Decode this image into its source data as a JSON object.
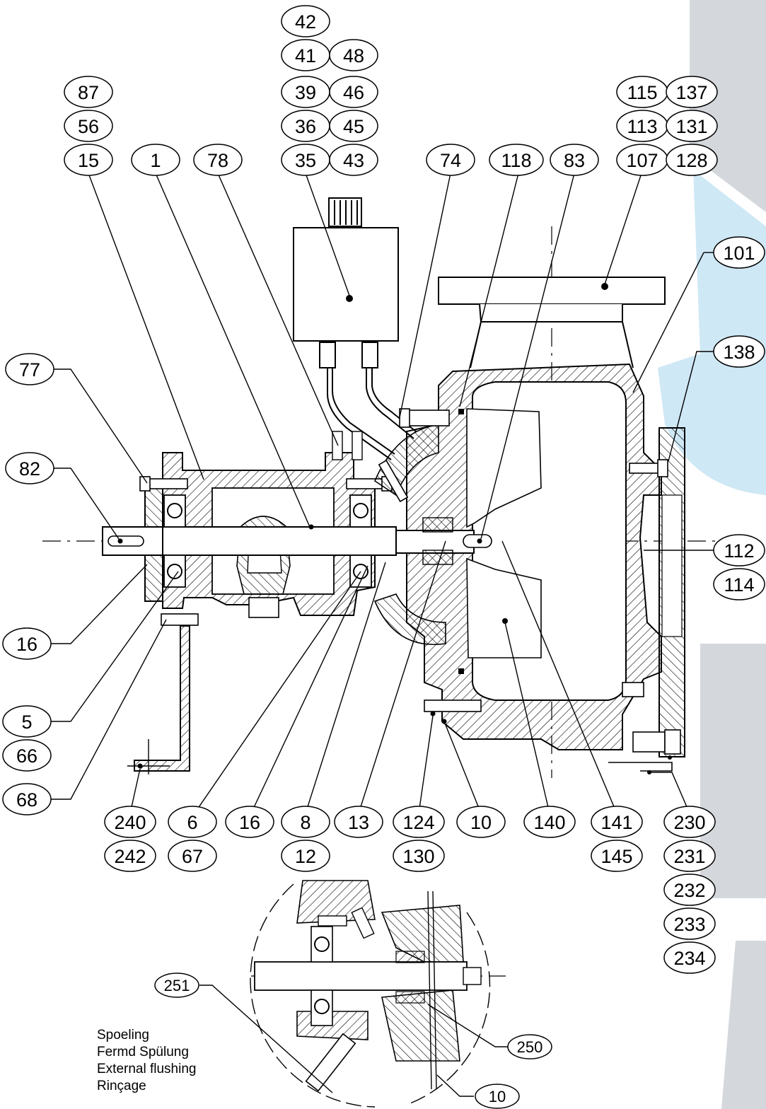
{
  "colors": {
    "line": "#000000",
    "watermark": "#d4d8dd",
    "watermark_accent": "#cfe8f5",
    "paper": "#ffffff"
  },
  "callouts": {
    "top": {
      "c87": "87",
      "c56": "56",
      "c15": "15",
      "c1": "1",
      "c78": "78",
      "c42": "42",
      "c41": "41",
      "c48": "48",
      "c39": "39",
      "c46": "46",
      "c36": "36",
      "c45": "45",
      "c35": "35",
      "c43": "43",
      "c74": "74",
      "c118": "118",
      "c83": "83",
      "c115": "115",
      "c137": "137",
      "c113": "113",
      "c131": "131",
      "c107": "107",
      "c128": "128",
      "c101": "101"
    },
    "left": {
      "c77": "77",
      "c82": "82",
      "c16": "16",
      "c5": "5",
      "c66": "66",
      "c68": "68"
    },
    "right": {
      "c138": "138",
      "c112": "112",
      "c114": "114"
    },
    "bottom": {
      "c240": "240",
      "c242": "242",
      "c6": "6",
      "c67": "67",
      "c16": "16",
      "c8": "8",
      "c12": "12",
      "c13": "13",
      "c124": "124",
      "c130": "130",
      "c10": "10",
      "c140": "140",
      "c141": "141",
      "c145": "145",
      "c230": "230",
      "c231": "231",
      "c232": "232",
      "c233": "233",
      "c234": "234"
    },
    "detail": {
      "c251": "251",
      "c250": "250",
      "c10": "10"
    }
  },
  "note": {
    "line1": "Spoeling",
    "line2": "Fermd Spülung",
    "line3": "External flushing",
    "line4": "Rinçage"
  }
}
